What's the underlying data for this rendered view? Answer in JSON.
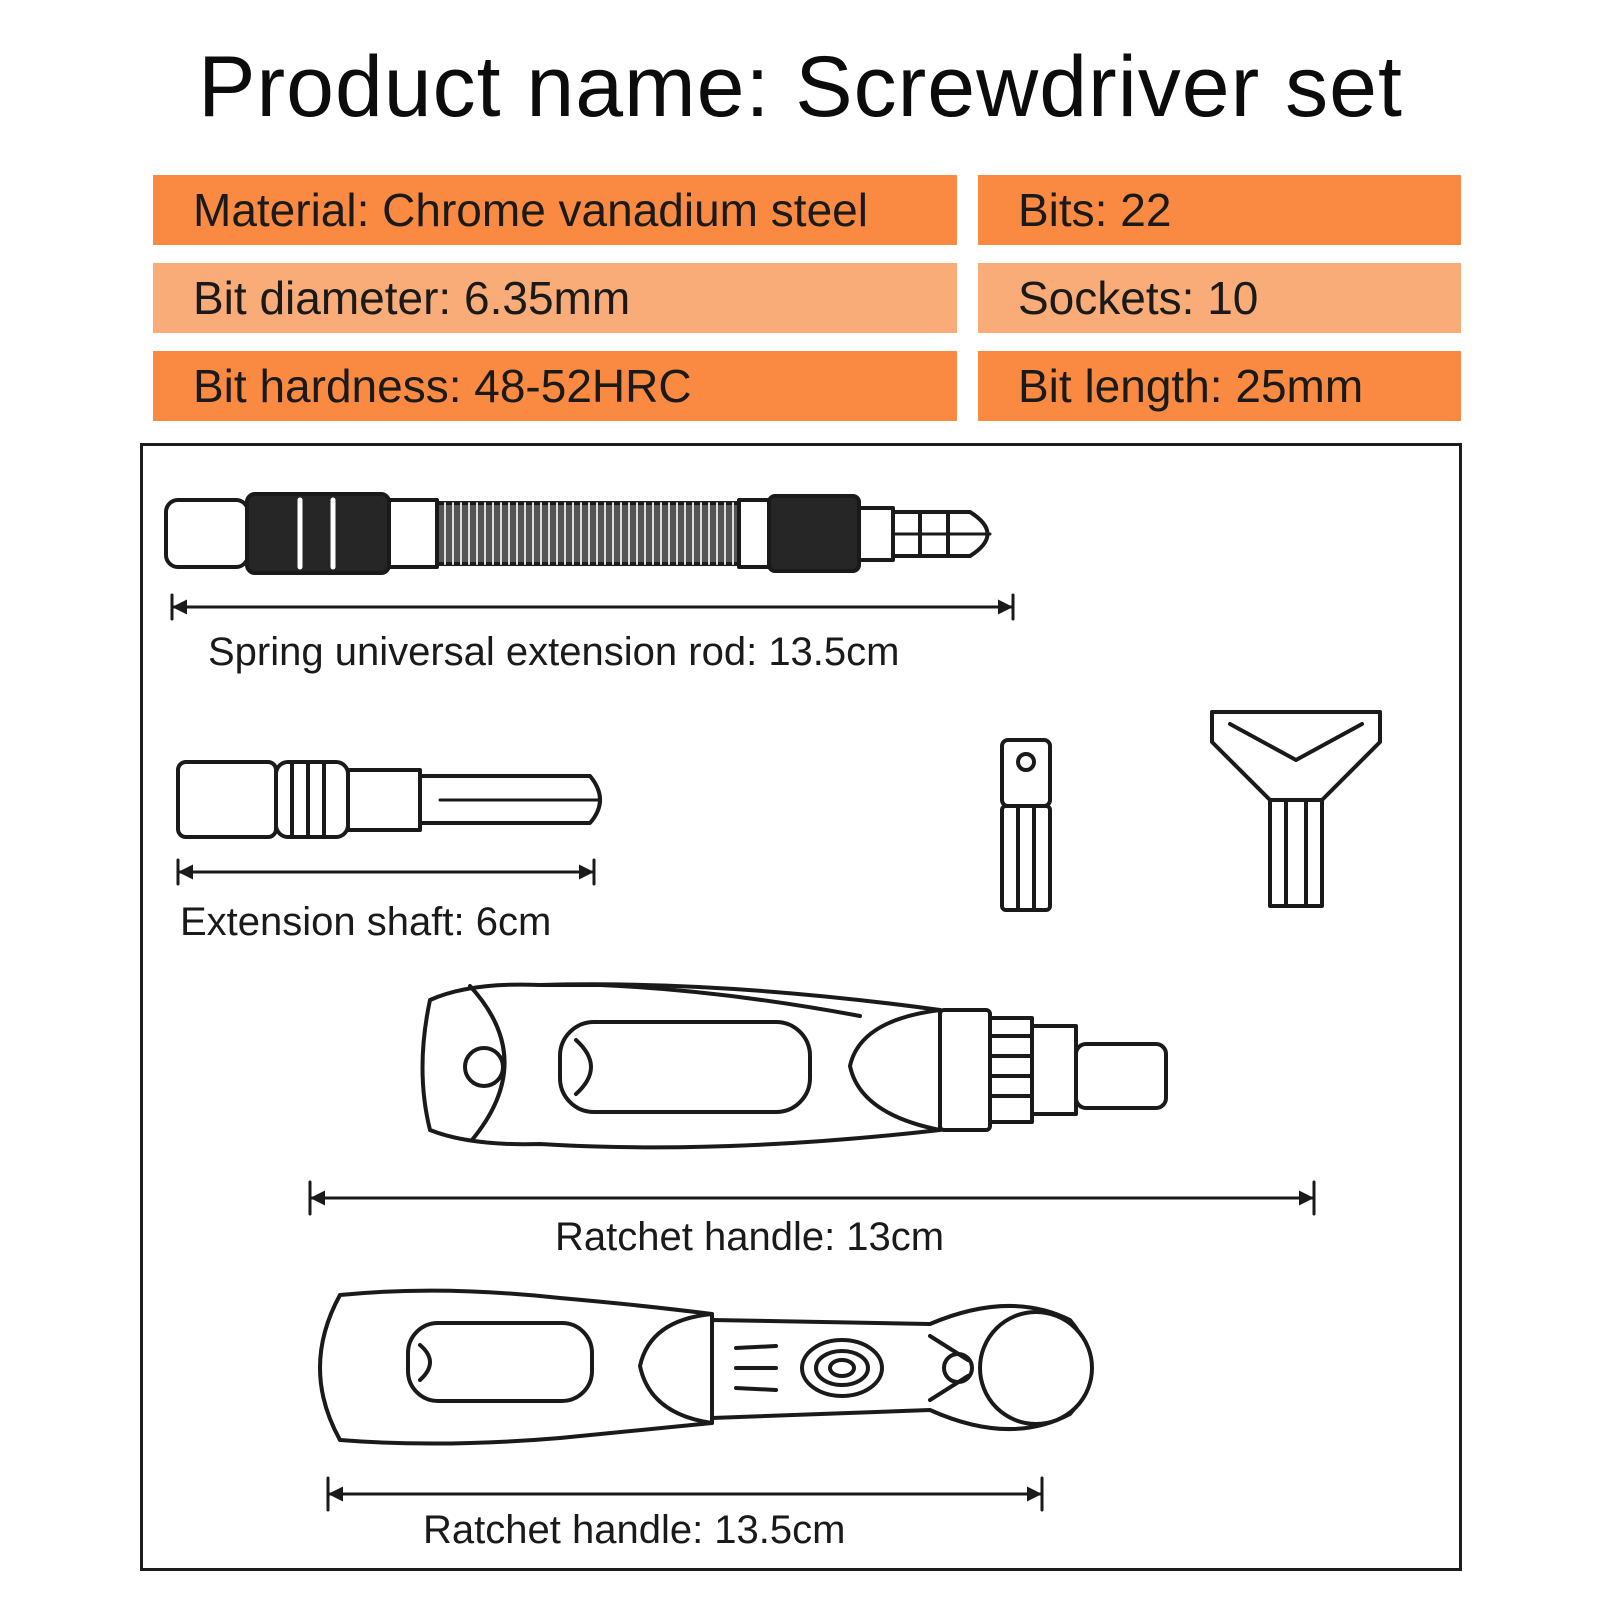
{
  "title": "Product name: Screwdriver set",
  "specs": {
    "material": "Material: Chrome vanadium steel",
    "bits": "Bits: 22",
    "bit_diameter": "Bit diameter: 6.35mm",
    "sockets": "Sockets: 10",
    "bit_hardness": "Bit hardness: 48-52HRC",
    "bit_length": "Bit length: 25mm"
  },
  "captions": {
    "spring_rod": "Spring universal extension rod: 13.5cm",
    "extension_shaft": "Extension shaft: 6cm",
    "ratchet_13": "Ratchet handle: 13cm",
    "ratchet_135": "Ratchet handle: 13.5cm"
  },
  "colors": {
    "spec_dark": "#fa8a42",
    "spec_light": "#f9ab78"
  }
}
